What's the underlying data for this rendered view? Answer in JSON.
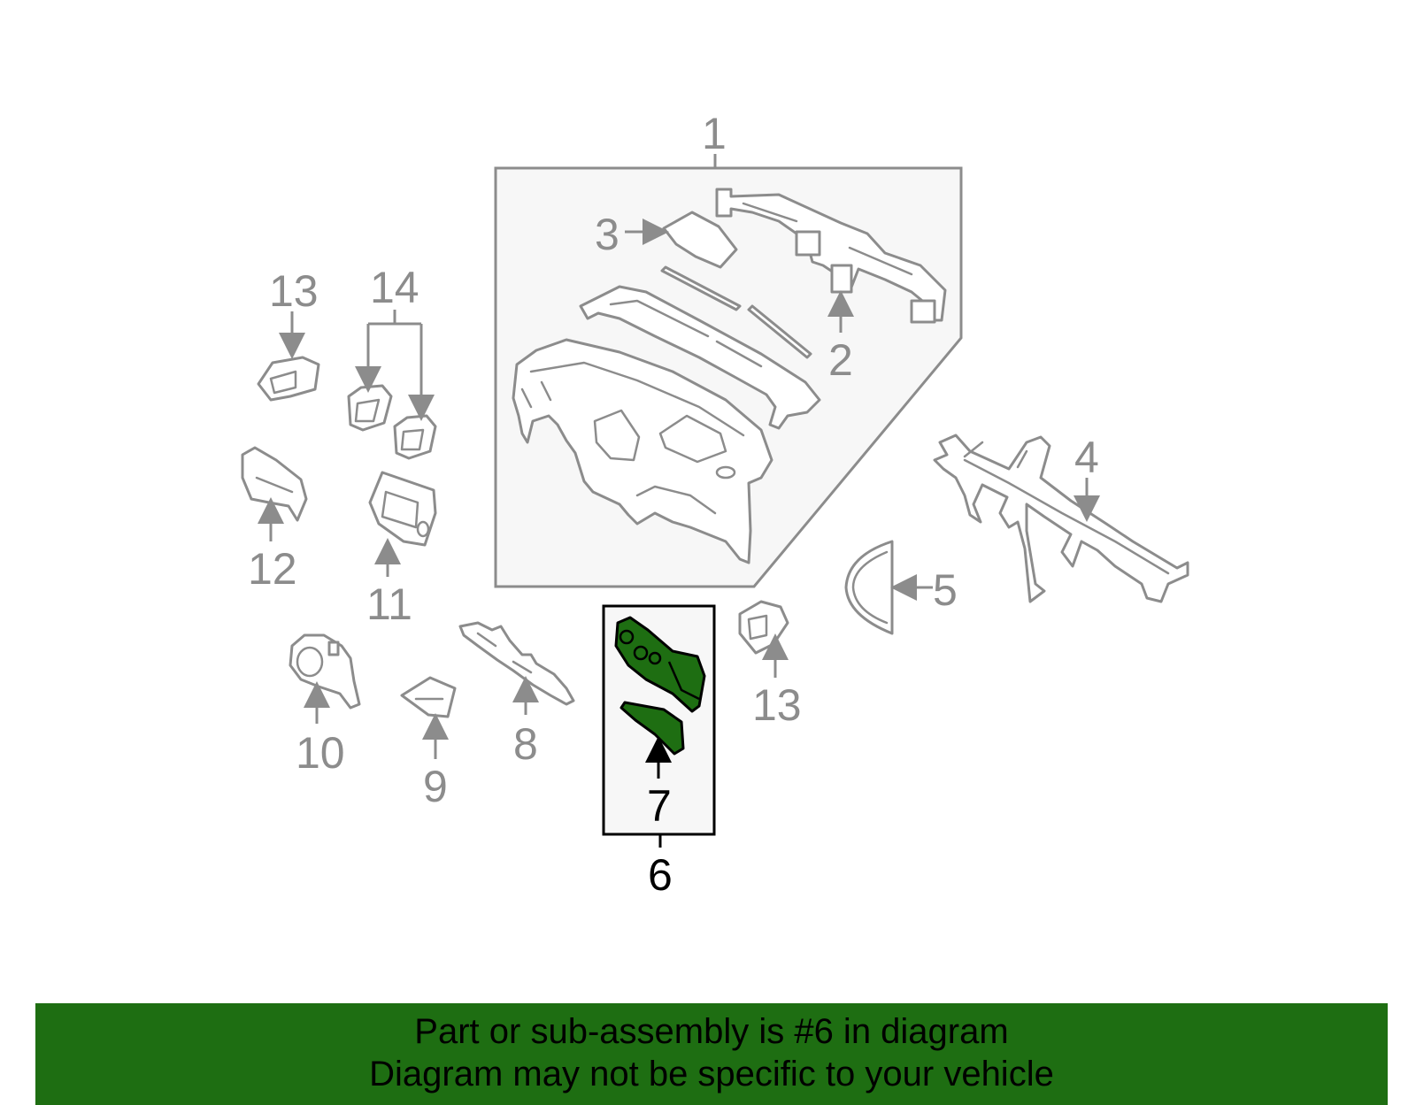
{
  "callouts": {
    "c1": "1",
    "c2": "2",
    "c3": "3",
    "c4": "4",
    "c5": "5",
    "c6": "6",
    "c7": "7",
    "c8": "8",
    "c9": "9",
    "c10": "10",
    "c11": "11",
    "c12": "12",
    "c13a": "13",
    "c13b": "13",
    "c14": "14"
  },
  "banner": {
    "line1": "Part or sub-assembly is #6 in diagram",
    "line2": "Diagram may not be specific to your vehicle"
  },
  "colors": {
    "highlight": "#1e6e12",
    "line": "#8c8c8c",
    "active": "#000000",
    "panel": "#f7f7f7"
  }
}
